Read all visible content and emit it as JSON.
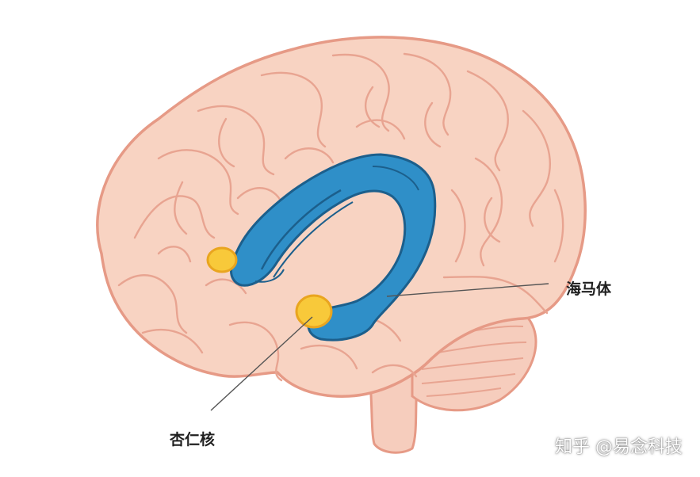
{
  "labels": {
    "hippocampus": "海马体",
    "amygdala": "杏仁核"
  },
  "watermark": "知乎 @易念科技",
  "colors": {
    "brain_fill": "#f8d3c2",
    "brain_outline": "#e69a86",
    "brain_fold": "#e8a491",
    "cerebellum_fill": "#f6cdbd",
    "hippocampus_fill": "#2f8fc8",
    "hippocampus_outline": "#1c5f8c",
    "amygdala_fill": "#f8c93a",
    "amygdala_outline": "#e9a51f",
    "leader_line": "#555555"
  },
  "icons": {
    "brain": "brain-illustration",
    "hippocampus": "hippocampus-shape",
    "amygdala": "amygdala-shape"
  }
}
